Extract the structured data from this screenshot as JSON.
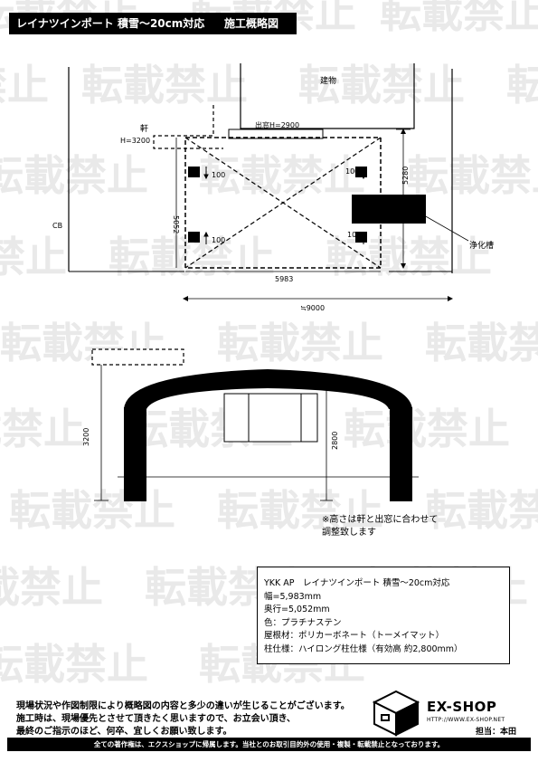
{
  "header": {
    "title": "レイナツインポート 積雪～20cm対応",
    "subtitle": "施工概略図"
  },
  "watermark": {
    "text": "転載禁止"
  },
  "plan": {
    "building_label": "建物",
    "eave_label": "軒",
    "eave_height": "H=3200",
    "window_label": "出窓H=2900",
    "cb_label": "CB",
    "tank_label": "浄化槽",
    "dim_width": "5983",
    "dim_depth": "5052",
    "dim_right": "5280",
    "dim_total": "≒9000",
    "post_label_tl": "100",
    "post_label_tr": "100",
    "post_label_bl": "100",
    "post_label_br": "100"
  },
  "elevation": {
    "dim_eave": "3200",
    "dim_clearance": "2800"
  },
  "note": {
    "line1": "※高さは軒と出窓に合わせて",
    "line2": "調整致します"
  },
  "spec": {
    "line1": "YKK AP　レイナツインポート 積雪～20cm対応",
    "line2": "幅=5,983mm",
    "line3": "奥行=5,052mm",
    "line4": "色：プラチナステン",
    "line5": "屋根材：ポリカーボネート（トーメイマット）",
    "line6": "柱仕様：ハイロング柱仕様（有効高 約2,800mm）"
  },
  "footer": {
    "line1": "現場状況や作図制限により概略図の内容と多少の違いが生じることがございます。",
    "line2": "施工時は、現場優先とさせて頂きたく思いますので、お立会い頂き、",
    "line3": "最終のご指示のほど、何卒、宜しくお願い致します。",
    "logo_text": "EX-SHOP",
    "logo_url": "HTTP://WWW.EX-SHOP.NET",
    "staff": "担当：本田",
    "copyright": "全ての著作権は、エクスショップに帰属します。当社とのお取引目的外の使用・複製・転載禁止となっております。"
  }
}
